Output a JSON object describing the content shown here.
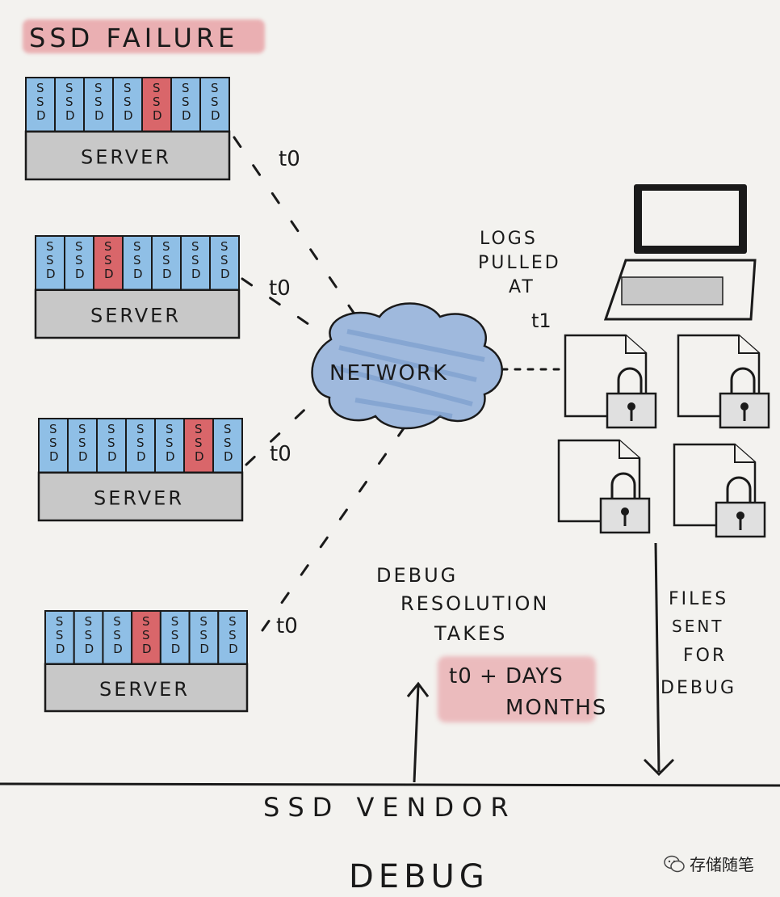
{
  "title": "SSD FAILURE",
  "ssd_cell_label": [
    "S",
    "S",
    "D"
  ],
  "servers": [
    {
      "label": "SERVER",
      "time": "t0",
      "failed_index": 4
    },
    {
      "label": "SERVER",
      "time": "t0",
      "failed_index": 2
    },
    {
      "label": "SERVER",
      "time": "t0",
      "failed_index": 5
    },
    {
      "label": "SERVER",
      "time": "t0",
      "failed_index": 3
    }
  ],
  "network_label": "NETWORK",
  "logs_label": [
    "LOGS",
    "PULLED",
    "AT"
  ],
  "logs_time": "t1",
  "files_label": [
    "FILES",
    "SENT",
    "FOR",
    "DEBUG"
  ],
  "debug_note": [
    "DEBUG",
    "RESOLUTION",
    "TAKES"
  ],
  "timeframe": [
    "t0 + DAYS",
    "MONTHS"
  ],
  "vendor_label": "SSD VENDOR",
  "bottom_title": "DEBUG",
  "watermark": "存储随笔",
  "colors": {
    "ssd_ok": "#8fbfe6",
    "ssd_failed": "#d9666a",
    "server": "#c8c8c8",
    "cloud": "#9fb9dd",
    "highlight": "#e27880",
    "ink": "#1a1a1a"
  },
  "icons": [
    "laptop-icon",
    "locked-file-icon",
    "cloud-icon",
    "wechat-icon"
  ]
}
